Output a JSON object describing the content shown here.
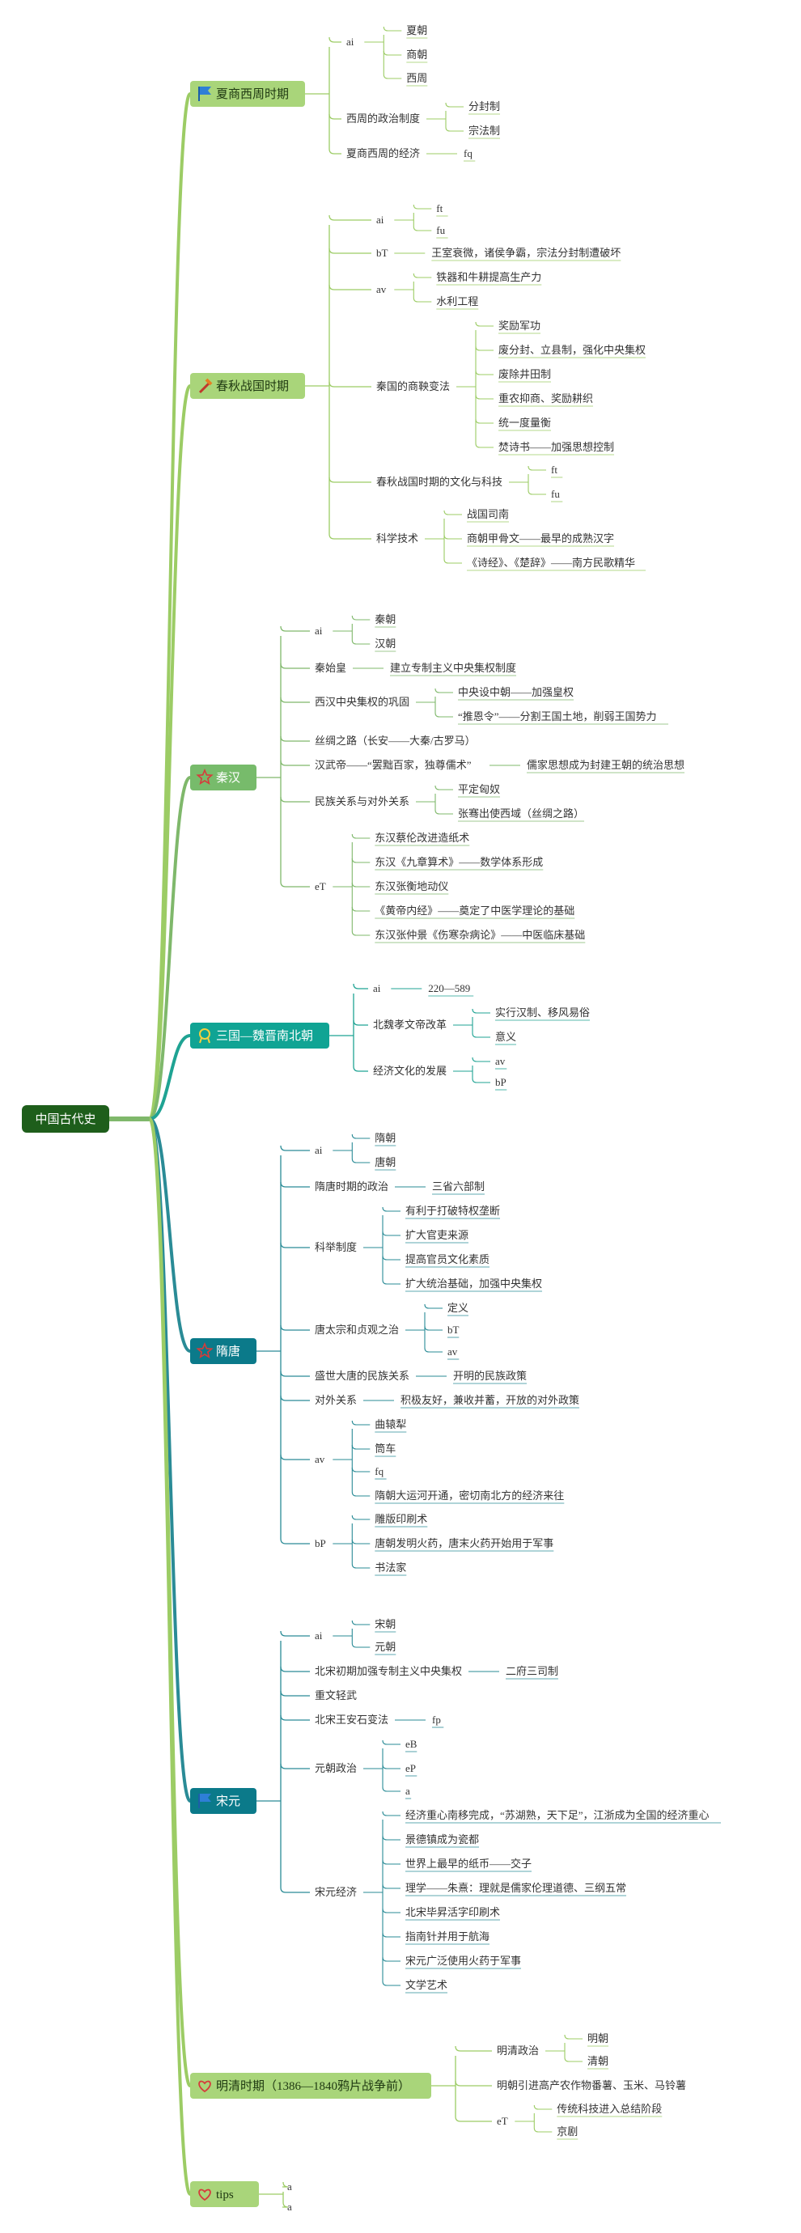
{
  "root": {
    "label": "中国古代史"
  },
  "branches": [
    {
      "label": "夏商西周时期",
      "icon": "flag-icon",
      "style": "light",
      "children": [
        {
          "label": "ai",
          "children": [
            {
              "label": "夏朝"
            },
            {
              "label": "商朝"
            },
            {
              "label": "西周"
            }
          ]
        },
        {
          "label": "西周的政治制度",
          "children": [
            {
              "label": "分封制"
            },
            {
              "label": "宗法制"
            }
          ]
        },
        {
          "label": "夏商西周的经济",
          "children": [
            {
              "label": "fq"
            }
          ]
        }
      ]
    },
    {
      "label": "春秋战国时期",
      "icon": "tools-icon",
      "style": "light",
      "children": [
        {
          "label": "ai",
          "children": [
            {
              "label": "ft"
            },
            {
              "label": "fu"
            }
          ]
        },
        {
          "label": "bT",
          "children": [
            {
              "label": "王室衰微，诸侯争霸，宗法分封制遭破坏"
            }
          ]
        },
        {
          "label": "av",
          "children": [
            {
              "label": "铁器和牛耕提高生产力"
            },
            {
              "label": "水利工程"
            }
          ]
        },
        {
          "label": "秦国的商鞅变法",
          "children": [
            {
              "label": "奖励军功"
            },
            {
              "label": "废分封、立县制，强化中央集权"
            },
            {
              "label": "废除井田制"
            },
            {
              "label": "重农抑商、奖励耕织"
            },
            {
              "label": "统一度量衡"
            },
            {
              "label": "焚诗书——加强思想控制"
            }
          ]
        },
        {
          "label": "春秋战国时期的文化与科技",
          "children": [
            {
              "label": "ft"
            },
            {
              "label": "fu"
            }
          ]
        },
        {
          "label": "科学技术",
          "children": [
            {
              "label": "战国司南"
            },
            {
              "label": "商朝甲骨文——最早的成熟汉字"
            },
            {
              "label": "《诗经》、《楚辞》——南方民歌精华"
            }
          ]
        }
      ]
    },
    {
      "label": "秦汉",
      "icon": "star-icon",
      "style": "green",
      "children": [
        {
          "label": "ai",
          "children": [
            {
              "label": "秦朝"
            },
            {
              "label": "汉朝"
            }
          ]
        },
        {
          "label": "秦始皇",
          "children": [
            {
              "label": "建立专制主义中央集权制度"
            }
          ]
        },
        {
          "label": "西汉中央集权的巩固",
          "children": [
            {
              "label": "中央设中朝——加强皇权"
            },
            {
              "label": "“推恩令”——分割王国土地，削弱王国势力"
            }
          ]
        },
        {
          "label": "丝绸之路（长安——大秦/古罗马）",
          "children": []
        },
        {
          "label": "汉武帝——“罢黜百家，独尊儒术”",
          "children": [
            {
              "label": "儒家思想成为封建王朝的统治思想"
            }
          ]
        },
        {
          "label": "民族关系与对外关系",
          "children": [
            {
              "label": "平定匈奴"
            },
            {
              "label": "张骞出使西域（丝绸之路）"
            }
          ]
        },
        {
          "label": "eT",
          "children": [
            {
              "label": "东汉蔡伦改进造纸术"
            },
            {
              "label": "东汉《九章算术》——数学体系形成"
            },
            {
              "label": "东汉张衡地动仪"
            },
            {
              "label": "《黄帝内经》——奠定了中医学理论的基础"
            },
            {
              "label": "东汉张仲景《伤寒杂病论》——中医临床基础"
            }
          ]
        }
      ]
    },
    {
      "label": "三国—魏晋南北朝",
      "icon": "medal-icon",
      "style": "teal",
      "children": [
        {
          "label": "ai",
          "children": [
            {
              "label": "220—589"
            }
          ]
        },
        {
          "label": "北魏孝文帝改革",
          "children": [
            {
              "label": "实行汉制、移风易俗"
            },
            {
              "label": "意义"
            }
          ]
        },
        {
          "label": "经济文化的发展",
          "children": [
            {
              "label": "av"
            },
            {
              "label": "bP"
            }
          ]
        }
      ]
    },
    {
      "label": "隋唐",
      "icon": "star-icon",
      "style": "dteal",
      "children": [
        {
          "label": "ai",
          "children": [
            {
              "label": "隋朝"
            },
            {
              "label": "唐朝"
            }
          ]
        },
        {
          "label": "隋唐时期的政治",
          "children": [
            {
              "label": "三省六部制"
            }
          ]
        },
        {
          "label": "科举制度",
          "children": [
            {
              "label": "有利于打破特权垄断"
            },
            {
              "label": "扩大官吏来源"
            },
            {
              "label": "提高官员文化素质"
            },
            {
              "label": "扩大统治基础，加强中央集权"
            }
          ]
        },
        {
          "label": "唐太宗和贞观之治",
          "children": [
            {
              "label": "定义"
            },
            {
              "label": "bT"
            },
            {
              "label": "av"
            }
          ]
        },
        {
          "label": "盛世大唐的民族关系",
          "children": [
            {
              "label": "开明的民族政策"
            }
          ]
        },
        {
          "label": "对外关系",
          "children": [
            {
              "label": "积极友好，兼收并蓄，开放的对外政策"
            }
          ]
        },
        {
          "label": "av",
          "children": [
            {
              "label": "曲辕犁"
            },
            {
              "label": "筒车"
            },
            {
              "label": "fq"
            },
            {
              "label": "隋朝大运河开通，密切南北方的经济来往"
            }
          ]
        },
        {
          "label": "bP",
          "children": [
            {
              "label": "雕版印刷术"
            },
            {
              "label": "唐朝发明火药，唐末火药开始用于军事"
            },
            {
              "label": "书法家"
            }
          ]
        }
      ]
    },
    {
      "label": "宋元",
      "icon": "flag-icon",
      "style": "dteal",
      "children": [
        {
          "label": "ai",
          "children": [
            {
              "label": "宋朝"
            },
            {
              "label": "元朝"
            }
          ]
        },
        {
          "label": "北宋初期加强专制主义中央集权",
          "children": [
            {
              "label": "二府三司制"
            }
          ]
        },
        {
          "label": "重文轻武",
          "children": []
        },
        {
          "label": "北宋王安石变法",
          "children": [
            {
              "label": "fp"
            }
          ]
        },
        {
          "label": "元朝政治",
          "children": [
            {
              "label": "eB"
            },
            {
              "label": "eP"
            },
            {
              "label": "a"
            }
          ]
        },
        {
          "label": "宋元经济",
          "children": [
            {
              "label": "经济重心南移完成，“苏湖熟，天下足”，江浙成为全国的经济重心"
            },
            {
              "label": "景德镇成为瓷都"
            },
            {
              "label": "世界上最早的纸币——交子"
            },
            {
              "label": "理学——朱熹：理就是儒家伦理道德、三纲五常"
            },
            {
              "label": "北宋毕昇活字印刷术"
            },
            {
              "label": "指南针并用于航海"
            },
            {
              "label": "宋元广泛使用火药于军事"
            },
            {
              "label": "文学艺术"
            }
          ]
        }
      ]
    },
    {
      "label": "明清时期（1386—1840鸦片战争前）",
      "icon": "heart-icon",
      "style": "light",
      "children": [
        {
          "label": "明清政治",
          "children": [
            {
              "label": "明朝"
            },
            {
              "label": "清朝"
            }
          ]
        },
        {
          "label": "明朝引进高产农作物番薯、玉米、马铃薯",
          "children": []
        },
        {
          "label": "eT",
          "children": [
            {
              "label": "传统科技进入总结阶段"
            },
            {
              "label": "京剧"
            }
          ]
        }
      ]
    },
    {
      "label": "tips",
      "icon": "heart-icon",
      "style": "light",
      "children": [
        {
          "label": "a",
          "children": []
        },
        {
          "label": "a",
          "children": []
        }
      ]
    }
  ],
  "colors": {
    "root_bg": "#1e5e1b",
    "light_bg": "#a9d57a",
    "green_bg": "#77bb6b",
    "teal_bg": "#10a494",
    "dteal_bg": "#0b7a8a",
    "light_line": "#9ccc65",
    "green_line": "#7fb86b",
    "teal_line": "#1fa393",
    "dteal_line": "#2a8b96"
  }
}
